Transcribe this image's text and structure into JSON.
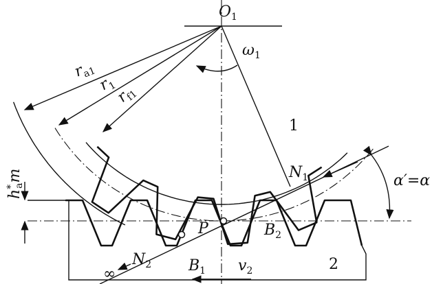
{
  "labels": {
    "center": "O",
    "center_sub": "1",
    "omega": "ω",
    "omega_sub": "1",
    "gear_number": "1",
    "rack_number": "2",
    "ra": "r",
    "ra_sub": "a1",
    "r": "r",
    "r_sub": "1",
    "rf": "r",
    "rf_sub": "f1",
    "n1": "N",
    "n1_sub": "1",
    "n2": "N",
    "n2_sub": "2",
    "infinity": "∞",
    "angle": "α′=α",
    "addendum": "h",
    "addendum_sup": "*",
    "addendum_sub": "a",
    "addendum_m": "m",
    "p": "P",
    "b1": "B",
    "b1_sub": "1",
    "b2": "B",
    "b2_sub": "2",
    "v": "v",
    "v_sub": "2"
  }
}
